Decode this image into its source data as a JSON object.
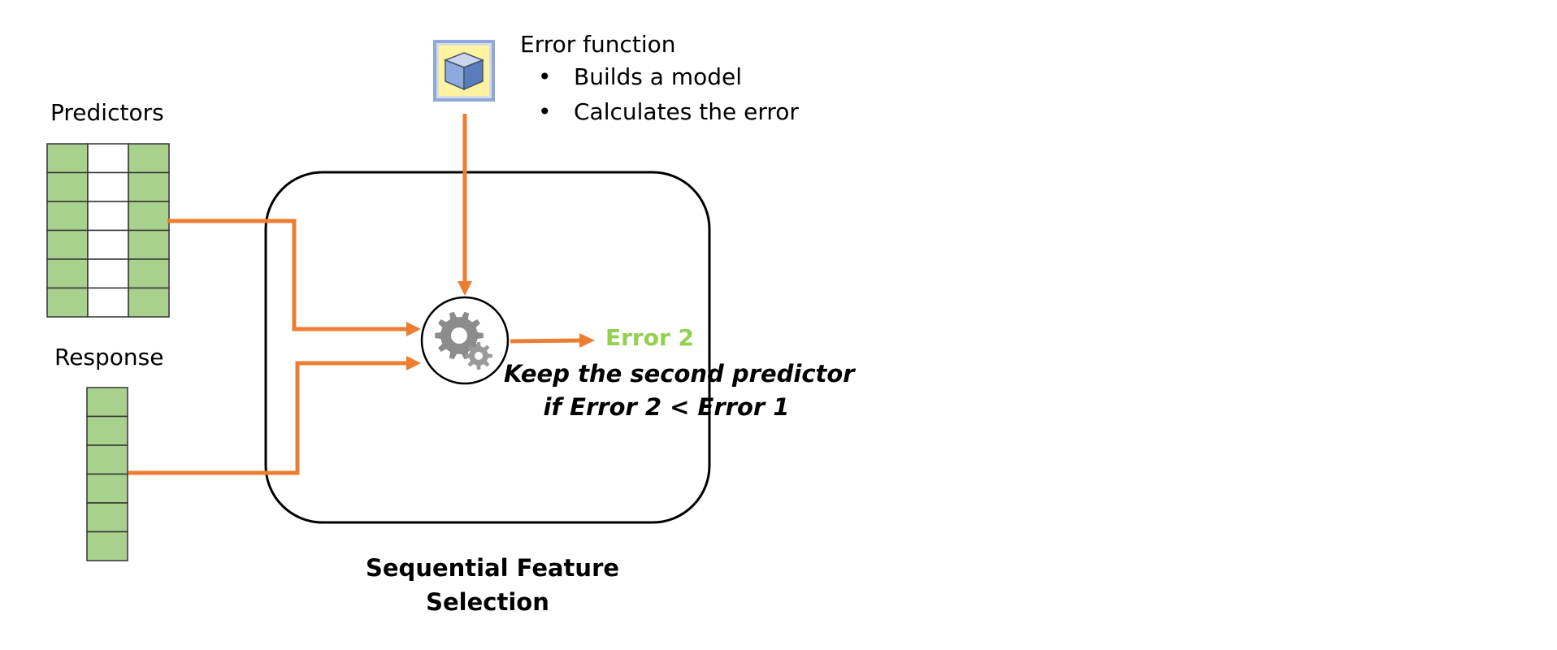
{
  "predictors": {
    "label": "Predictors"
  },
  "response": {
    "label": "Response"
  },
  "error_function": {
    "title": "Error function",
    "bullets": [
      "Builds a model",
      "Calculates the error"
    ]
  },
  "result": {
    "error_label": "Error 2",
    "decision_line1": "Keep the second predictor",
    "decision_line2": "if Error 2 < Error 1"
  },
  "process": {
    "line1": "Sequential Feature",
    "line2": "Selection"
  },
  "colors": {
    "arrow": "#ED7D31",
    "cell_green": "#A9D18E",
    "error_text": "#92D050",
    "model_icon_bg": "#FFF2A0",
    "model_icon_frame": "#8EA9DB",
    "gear": "#8C8C8C"
  },
  "icons": {
    "model": "cube-icon",
    "process": "gears-icon"
  }
}
